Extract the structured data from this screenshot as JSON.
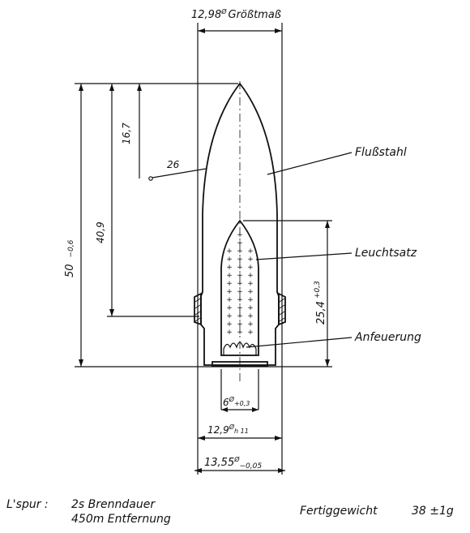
{
  "dimensions": {
    "max_diameter": "12,98",
    "max_diameter_suffix": "Größtmaß",
    "ogive_angle": "26",
    "ogive_length": "16,7",
    "length_to_band": "40,9",
    "overall_length": "50",
    "overall_length_tol": "−0,6",
    "cavity_depth": "25,4",
    "cavity_depth_tol": "+0,3",
    "cavity_diameter": "6",
    "cavity_diameter_tol": "+0,3",
    "body_diameter": "12,9",
    "body_diameter_tol": "h 11",
    "band_diameter": "13,55",
    "band_diameter_tol": "−0,05",
    "diameter_symbol": "Ø"
  },
  "callouts": {
    "material": "Flußstahl",
    "tracer": "Leuchtsatz",
    "igniter": "Anfeuerung"
  },
  "notes": {
    "tracer_label": "L'spur :",
    "burn_time": "2s  Brenndauer",
    "distance": "450m Entfernung",
    "weight_label": "Fertiggewicht",
    "weight_value": "38 ±1g"
  }
}
